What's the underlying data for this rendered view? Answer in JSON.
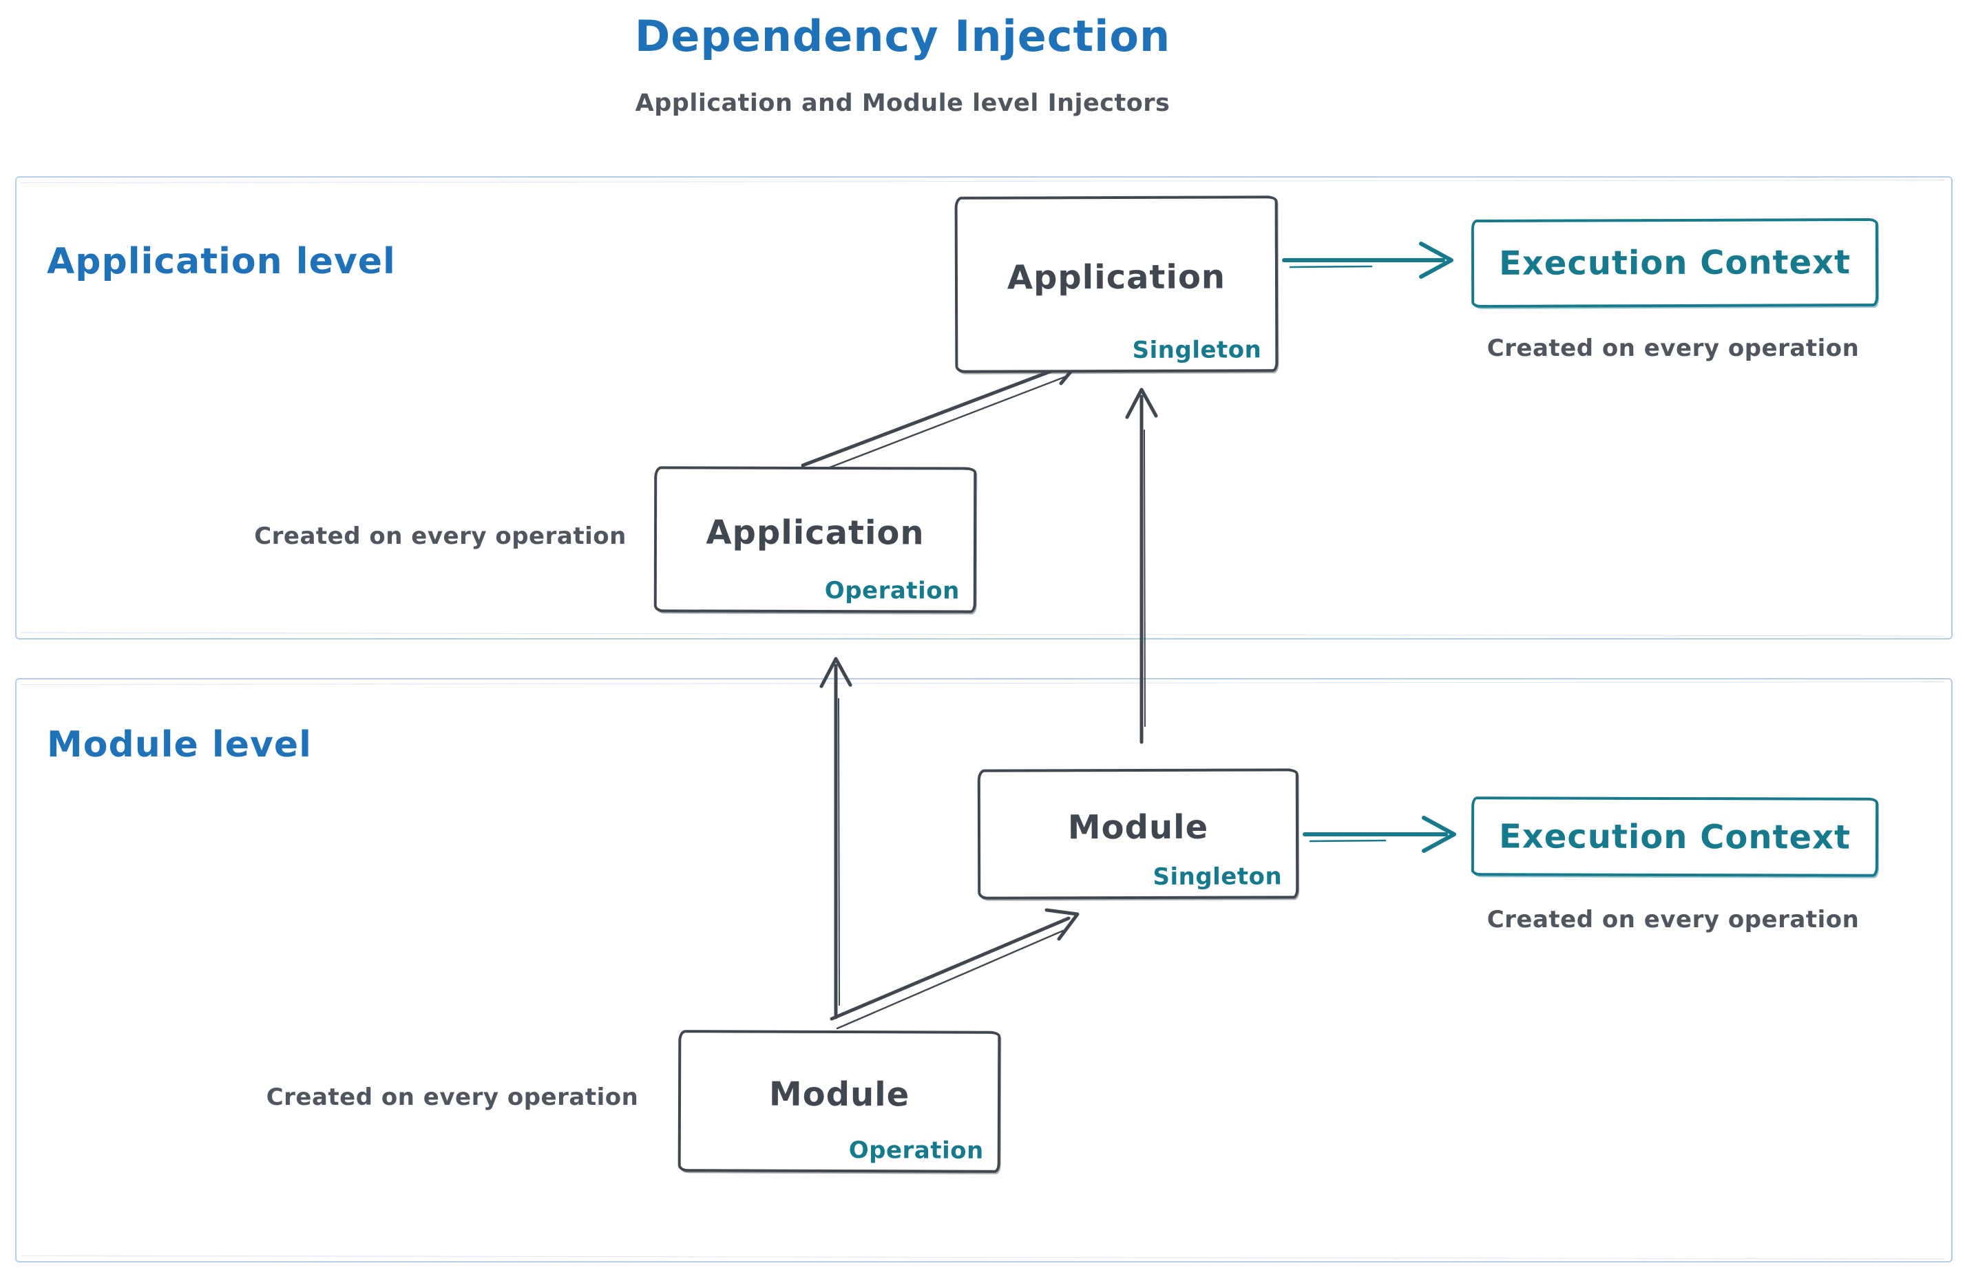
{
  "title": "Dependency Injection",
  "subtitle": "Application and Module level Injectors",
  "colors": {
    "title_blue": "#1f72b8",
    "teal": "#177a8c",
    "slate": "#40474f",
    "caption_gray": "#4f565e",
    "panel_border": "#b6cde8",
    "background": "#ffffff"
  },
  "application_level": {
    "label": "Application level",
    "singleton_box": {
      "title": "Application",
      "scope": "Singleton"
    },
    "operation_box": {
      "title": "Application",
      "scope": "Operation"
    },
    "operation_caption": "Created on every operation",
    "execution_context": {
      "title": "Execution Context",
      "caption": "Created on every operation"
    }
  },
  "module_level": {
    "label": "Module level",
    "singleton_box": {
      "title": "Module",
      "scope": "Singleton"
    },
    "operation_box": {
      "title": "Module",
      "scope": "Operation"
    },
    "operation_caption": "Created on every operation",
    "execution_context": {
      "title": "Execution Context",
      "caption": "Created on every operation"
    }
  }
}
